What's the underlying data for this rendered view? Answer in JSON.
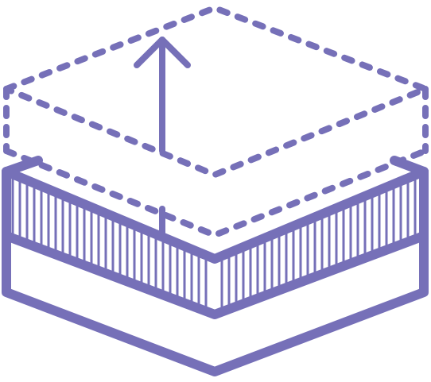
{
  "illustration": {
    "icon_name": "raised-layer-block-icon",
    "parts": [
      "solid-base-block",
      "striped-middle-layer",
      "dashed-raised-top-layer",
      "upward-arrow"
    ],
    "stroke_color": "#7670b8",
    "background_color": "#ffffff"
  }
}
